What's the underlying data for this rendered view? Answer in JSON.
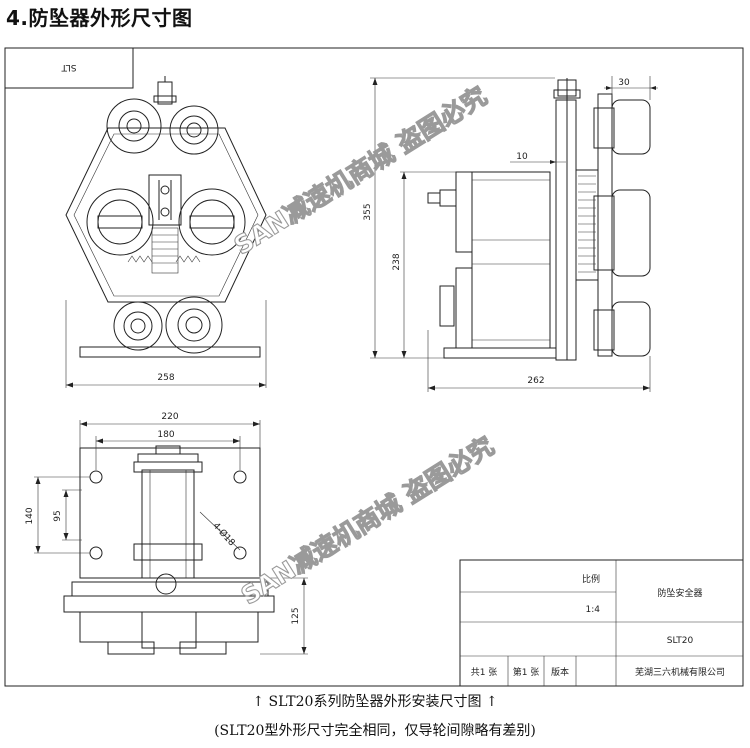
{
  "heading": "4.防坠器外形尺寸图",
  "frame_corner_label": "SLT",
  "dimensions": {
    "front_width": "258",
    "side_width": "262",
    "side_top_offset": "30",
    "side_gap": "10",
    "total_height": "355",
    "lower_height": "238",
    "base_width": "220",
    "hole_spacing_x": "180",
    "base_height": "140",
    "hole_spacing_y": "95",
    "hole_dia": "4-Ø18",
    "bottom_height": "125"
  },
  "title_block": {
    "scale_label": "比例",
    "scale_value": "1:4",
    "part_name": "防坠安全器",
    "model": "SLT20",
    "sheet_total": "共1 张",
    "sheet_no": "第1 张",
    "version": "版本",
    "company": "芜湖三六机械有限公司"
  },
  "watermark": "SAN减速机商城 盗图必究",
  "caption_main": "↑ SLT20系列防坠器外形安装尺寸图 ↑",
  "caption_sub": "(SLT20型外形尺寸完全相同，仅导轮间隙略有差别)",
  "colors": {
    "line": "#222222",
    "watermark_stroke": "#9a9a9a"
  }
}
